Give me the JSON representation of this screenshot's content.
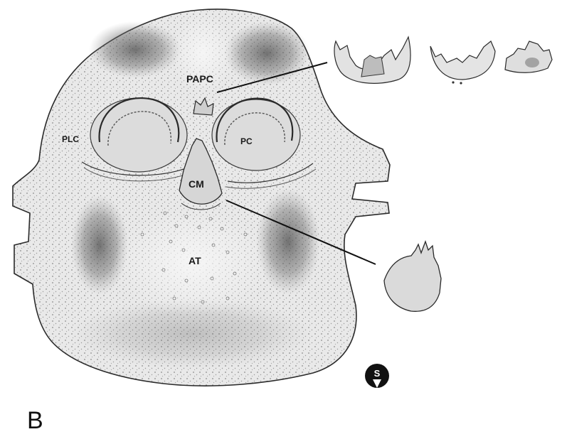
{
  "figure": {
    "panel_letter": "B",
    "labels": {
      "papc": "PAPC",
      "plc": "PLC",
      "pc": "PC",
      "cm": "CM",
      "at": "AT"
    },
    "orientation_symbol_letter": "S"
  },
  "colors": {
    "ink": "#1a1a1a",
    "tissue_fill": "#e6e6e6",
    "tissue_dark": "#5a5a5a",
    "background": "#ffffff"
  }
}
